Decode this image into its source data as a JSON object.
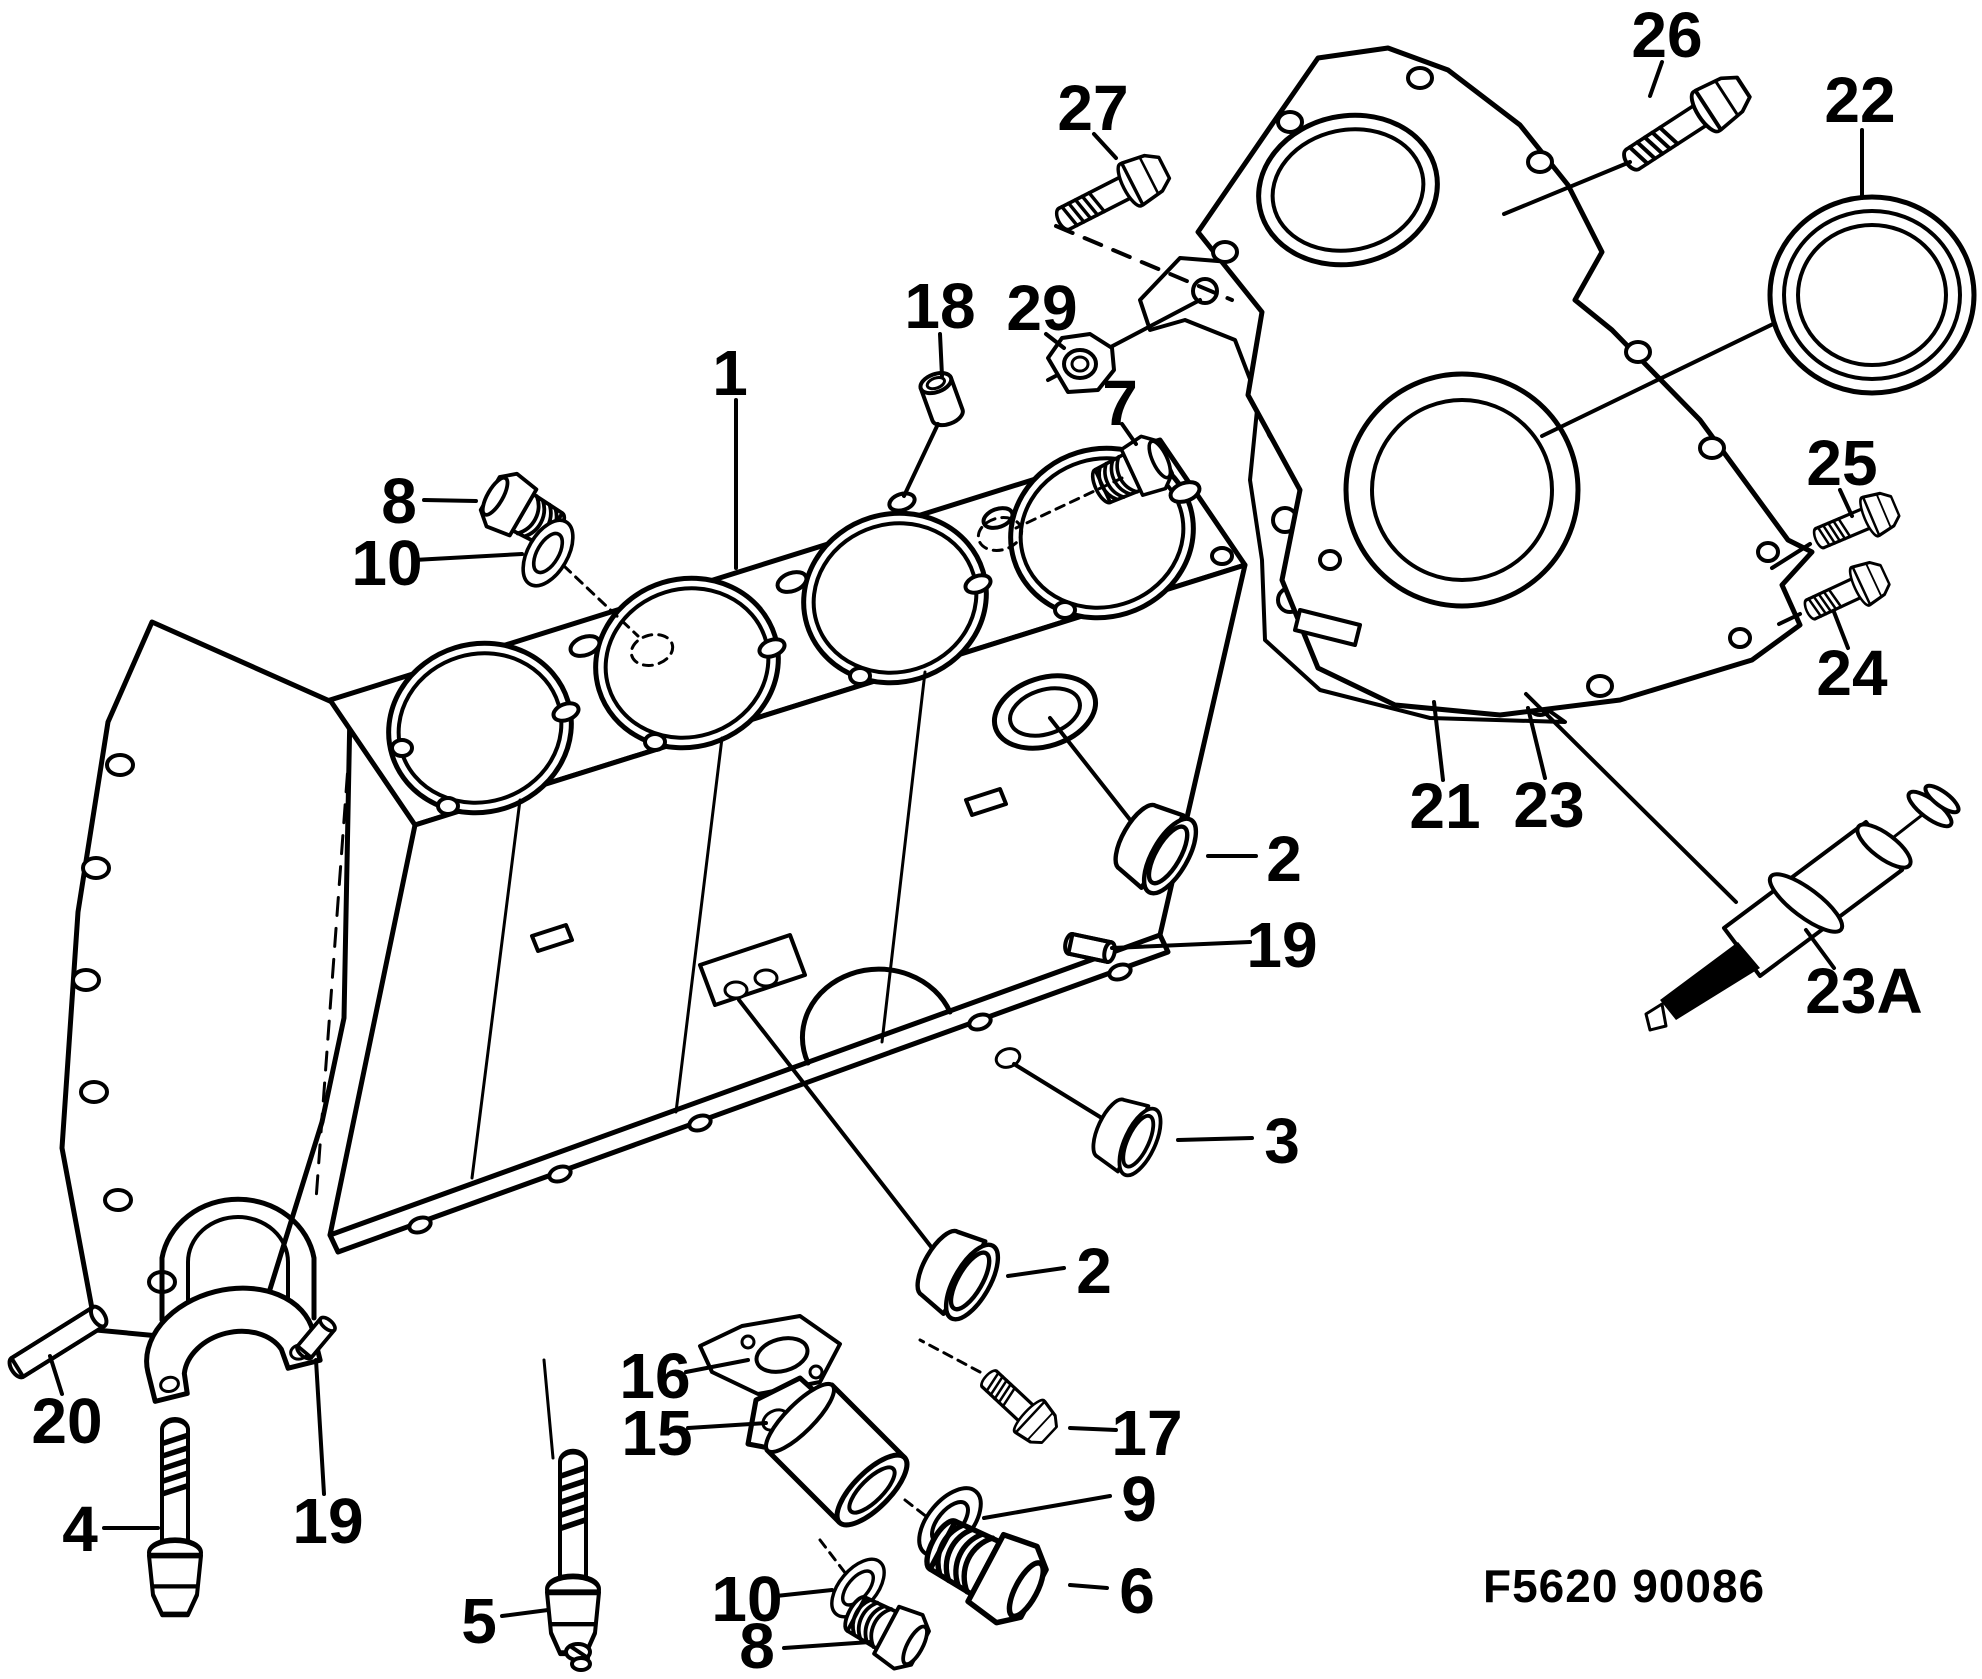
{
  "figure": {
    "code": "F5620 90086",
    "type": "exploded-parts-diagram",
    "subject": "cylinder block with timing cover"
  },
  "colors": {
    "ink": "#000000",
    "paper": "#ffffff"
  },
  "callouts": [
    {
      "id": "c1",
      "label": "1"
    },
    {
      "id": "c2-upper",
      "label": "2"
    },
    {
      "id": "c2-lower",
      "label": "2"
    },
    {
      "id": "c3",
      "label": "3"
    },
    {
      "id": "c4",
      "label": "4"
    },
    {
      "id": "c5",
      "label": "5"
    },
    {
      "id": "c6",
      "label": "6"
    },
    {
      "id": "c7",
      "label": "7"
    },
    {
      "id": "c8-left",
      "label": "8"
    },
    {
      "id": "c8-bottom",
      "label": "8"
    },
    {
      "id": "c9",
      "label": "9"
    },
    {
      "id": "c10-left",
      "label": "10"
    },
    {
      "id": "c10-bottom",
      "label": "10"
    },
    {
      "id": "c15",
      "label": "15"
    },
    {
      "id": "c16",
      "label": "16"
    },
    {
      "id": "c17",
      "label": "17"
    },
    {
      "id": "c18",
      "label": "18"
    },
    {
      "id": "c19-right",
      "label": "19"
    },
    {
      "id": "c19-left",
      "label": "19"
    },
    {
      "id": "c20",
      "label": "20"
    },
    {
      "id": "c21",
      "label": "21"
    },
    {
      "id": "c22",
      "label": "22"
    },
    {
      "id": "c23",
      "label": "23"
    },
    {
      "id": "c23A",
      "label": "23A"
    },
    {
      "id": "c24",
      "label": "24"
    },
    {
      "id": "c25",
      "label": "25"
    },
    {
      "id": "c26",
      "label": "26"
    },
    {
      "id": "c27",
      "label": "27"
    },
    {
      "id": "c29",
      "label": "29"
    }
  ]
}
